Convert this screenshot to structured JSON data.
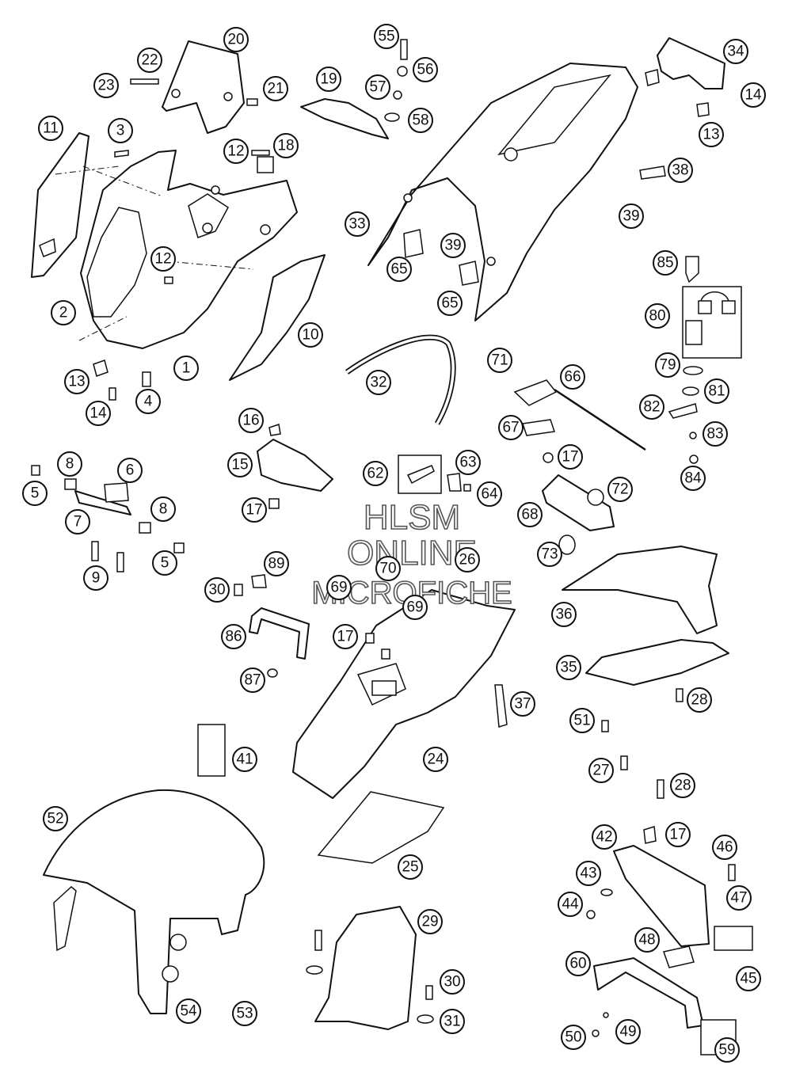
{
  "watermark": {
    "line1": "HLSM",
    "line2": "ONLINE",
    "line3": "MICROFICHE"
  },
  "callouts": [
    "1",
    "2",
    "3",
    "4",
    "5",
    "5",
    "6",
    "7",
    "8",
    "8",
    "9",
    "10",
    "11",
    "12",
    "12",
    "13",
    "13",
    "14",
    "14",
    "15",
    "16",
    "17",
    "17",
    "17",
    "17",
    "18",
    "19",
    "20",
    "21",
    "22",
    "23",
    "24",
    "25",
    "26",
    "27",
    "28",
    "28",
    "29",
    "30",
    "30",
    "31",
    "32",
    "33",
    "34",
    "35",
    "36",
    "37",
    "38",
    "39",
    "39",
    "41",
    "42",
    "43",
    "44",
    "45",
    "46",
    "47",
    "48",
    "49",
    "50",
    "51",
    "52",
    "53",
    "54",
    "55",
    "56",
    "57",
    "58",
    "59",
    "60",
    "62",
    "63",
    "64",
    "65",
    "65",
    "66",
    "67",
    "68",
    "69",
    "69",
    "70",
    "71",
    "72",
    "73",
    "79",
    "80",
    "81",
    "82",
    "83",
    "84",
    "85",
    "86",
    "87",
    "89"
  ]
}
